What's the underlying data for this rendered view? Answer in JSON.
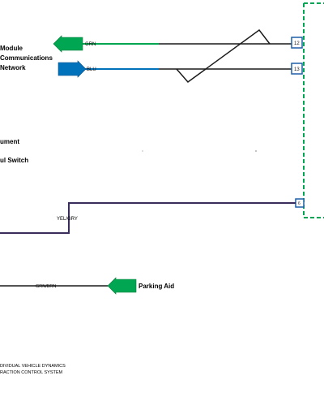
{
  "labels": {
    "module_line1": "Module",
    "module_line2": "Communications",
    "module_line3": "Network",
    "ument": "ument",
    "ul_switch": "ul Switch",
    "parking_aid": "Parking Aid",
    "footnote_line1": "DIVIDUAL VEHICLE DYNAMICS",
    "footnote_line2": "RACTION CONTROL SYSTEM"
  },
  "wires": {
    "grn": "GRN",
    "blu": "BLU",
    "yel_gry": "YEL/GRY",
    "grn_brn": "GRN/BRN"
  },
  "pins": {
    "pin_12": "12",
    "pin_13": "13",
    "pin_6": "6"
  },
  "colors": {
    "green_connector": "#00a651",
    "blue_connector": "#0072bc",
    "module_border_dashed": "#00a651",
    "pin_box": "#1f5fa8",
    "wire_grn": "#00a651",
    "wire_blu": "#0072bc",
    "wire_dark": "#3a2d5c"
  }
}
